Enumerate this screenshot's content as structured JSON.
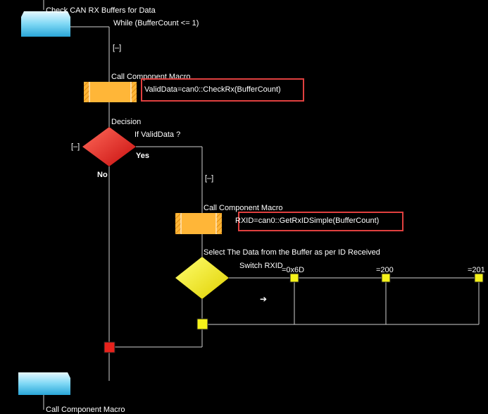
{
  "flow": {
    "top_comment": "Check CAN RX Buffers for Data",
    "loop_label": "While (BufferCount <= 1)",
    "loop_collapse": "[–]",
    "macro1_title": "Call Component Macro",
    "macro1_text": "ValidData=can0::CheckRx(BufferCount)",
    "decision_title": "Decision",
    "decision_text": "If  ValidData ?",
    "decision_collapse": "[–]",
    "yes_label": "Yes",
    "no_label": "No",
    "yes_collapse": "[–]",
    "macro2_title": "Call Component Macro",
    "macro2_text": "RXID=can0::GetRxIDSimple(BufferCount)",
    "switch_comment": "Select The Data from the Buffer as per ID Received",
    "switch_text": "Switch RXID",
    "case1": "=0x6D",
    "case2": "=200",
    "case3": "=201",
    "arrow_glyph": "➔",
    "bottom_partial": "Call Component Macro"
  },
  "colors": {
    "background": "#000000",
    "line": "#d0d0d0",
    "loop_cyan": "#7fd8f5",
    "macro_orange": "#ffb638",
    "decision_red": "#e8221c",
    "switch_yellow": "#f5f21a",
    "highlight_red": "#e0403f"
  },
  "icons": {
    "loop_start": "trapezoid-loop-start-icon",
    "loop_end": "trapezoid-loop-end-icon",
    "arrow": "right-arrow-icon"
  }
}
